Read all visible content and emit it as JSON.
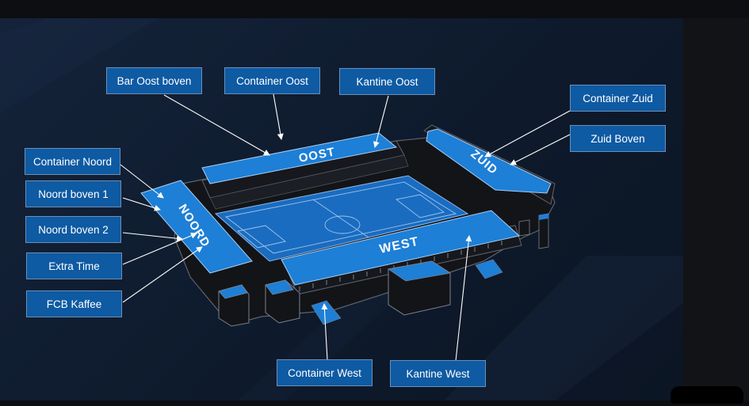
{
  "labels": {
    "bar_oost_boven": "Bar Oost boven",
    "container_oost": "Container Oost",
    "kantine_oost": "Kantine Oost",
    "container_zuid": "Container Zuid",
    "zuid_boven": "Zuid Boven",
    "container_noord": "Container Noord",
    "noord_boven_1": "Noord boven 1",
    "noord_boven_2": "Noord boven 2",
    "extra_time": "Extra Time",
    "fcb_kaffee": "FCB Kaffee",
    "container_west": "Container West",
    "kantine_west": "Kantine West"
  },
  "stands": {
    "oost": "OOST",
    "zuid": "ZUID",
    "noord": "NOORD",
    "west": "WEST"
  },
  "colors": {
    "label_fill": "#0e5aa3",
    "stand_blue": "#1d7fd6",
    "pitch_blue": "#1a6cc0",
    "structure": "#121418"
  }
}
